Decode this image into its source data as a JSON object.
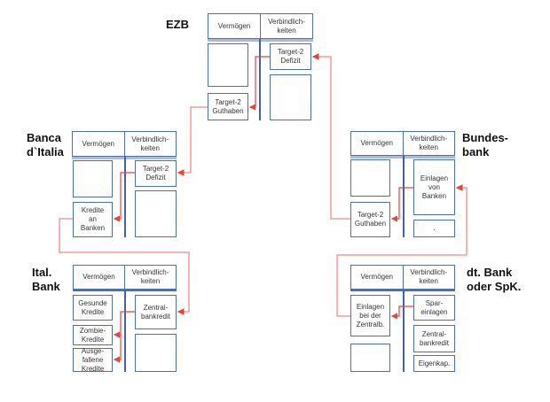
{
  "colors": {
    "border": "#4f6fa8",
    "underline": "#a9bcdc",
    "arrow": "#e8443a",
    "connector": "#f08a84"
  },
  "balance_header": {
    "assets": "Vermögen",
    "liabilities": "Verbindlich-\nkeiten"
  },
  "ezb": {
    "title": "EZB",
    "assets": [
      "",
      "Target-2\nGuthaben"
    ],
    "liabilities": [
      "Target-2\nDefizit",
      ""
    ]
  },
  "banca_italia": {
    "title": "Banca\nd`Italia",
    "assets": [
      "",
      "Kredite\nan\nBanken"
    ],
    "liabilities": [
      "Target-2\nDefizit",
      ""
    ]
  },
  "ital_bank": {
    "title": "Ital.\nBank",
    "assets": [
      "Gesunde\nKredite",
      "Zombie-\nKredite",
      "Ausge-\nfallene\nKredite"
    ],
    "liabilities": [
      "Zentral-\nbankredit",
      ""
    ]
  },
  "bundesbank": {
    "title": "Bundes-\nbank",
    "assets": [
      "",
      "Target-2\nGuthaben"
    ],
    "liabilities": [
      "Einlagen\nvon\nBanken",
      "."
    ]
  },
  "dt_bank": {
    "title": "dt. Bank\noder SpK.",
    "assets": [
      "Einlagen\nbei der\nZentralb.",
      ""
    ],
    "liabilities": [
      "Spar-\neinlagen",
      "Zentral-\nbankredit",
      "Eigenkap."
    ]
  }
}
